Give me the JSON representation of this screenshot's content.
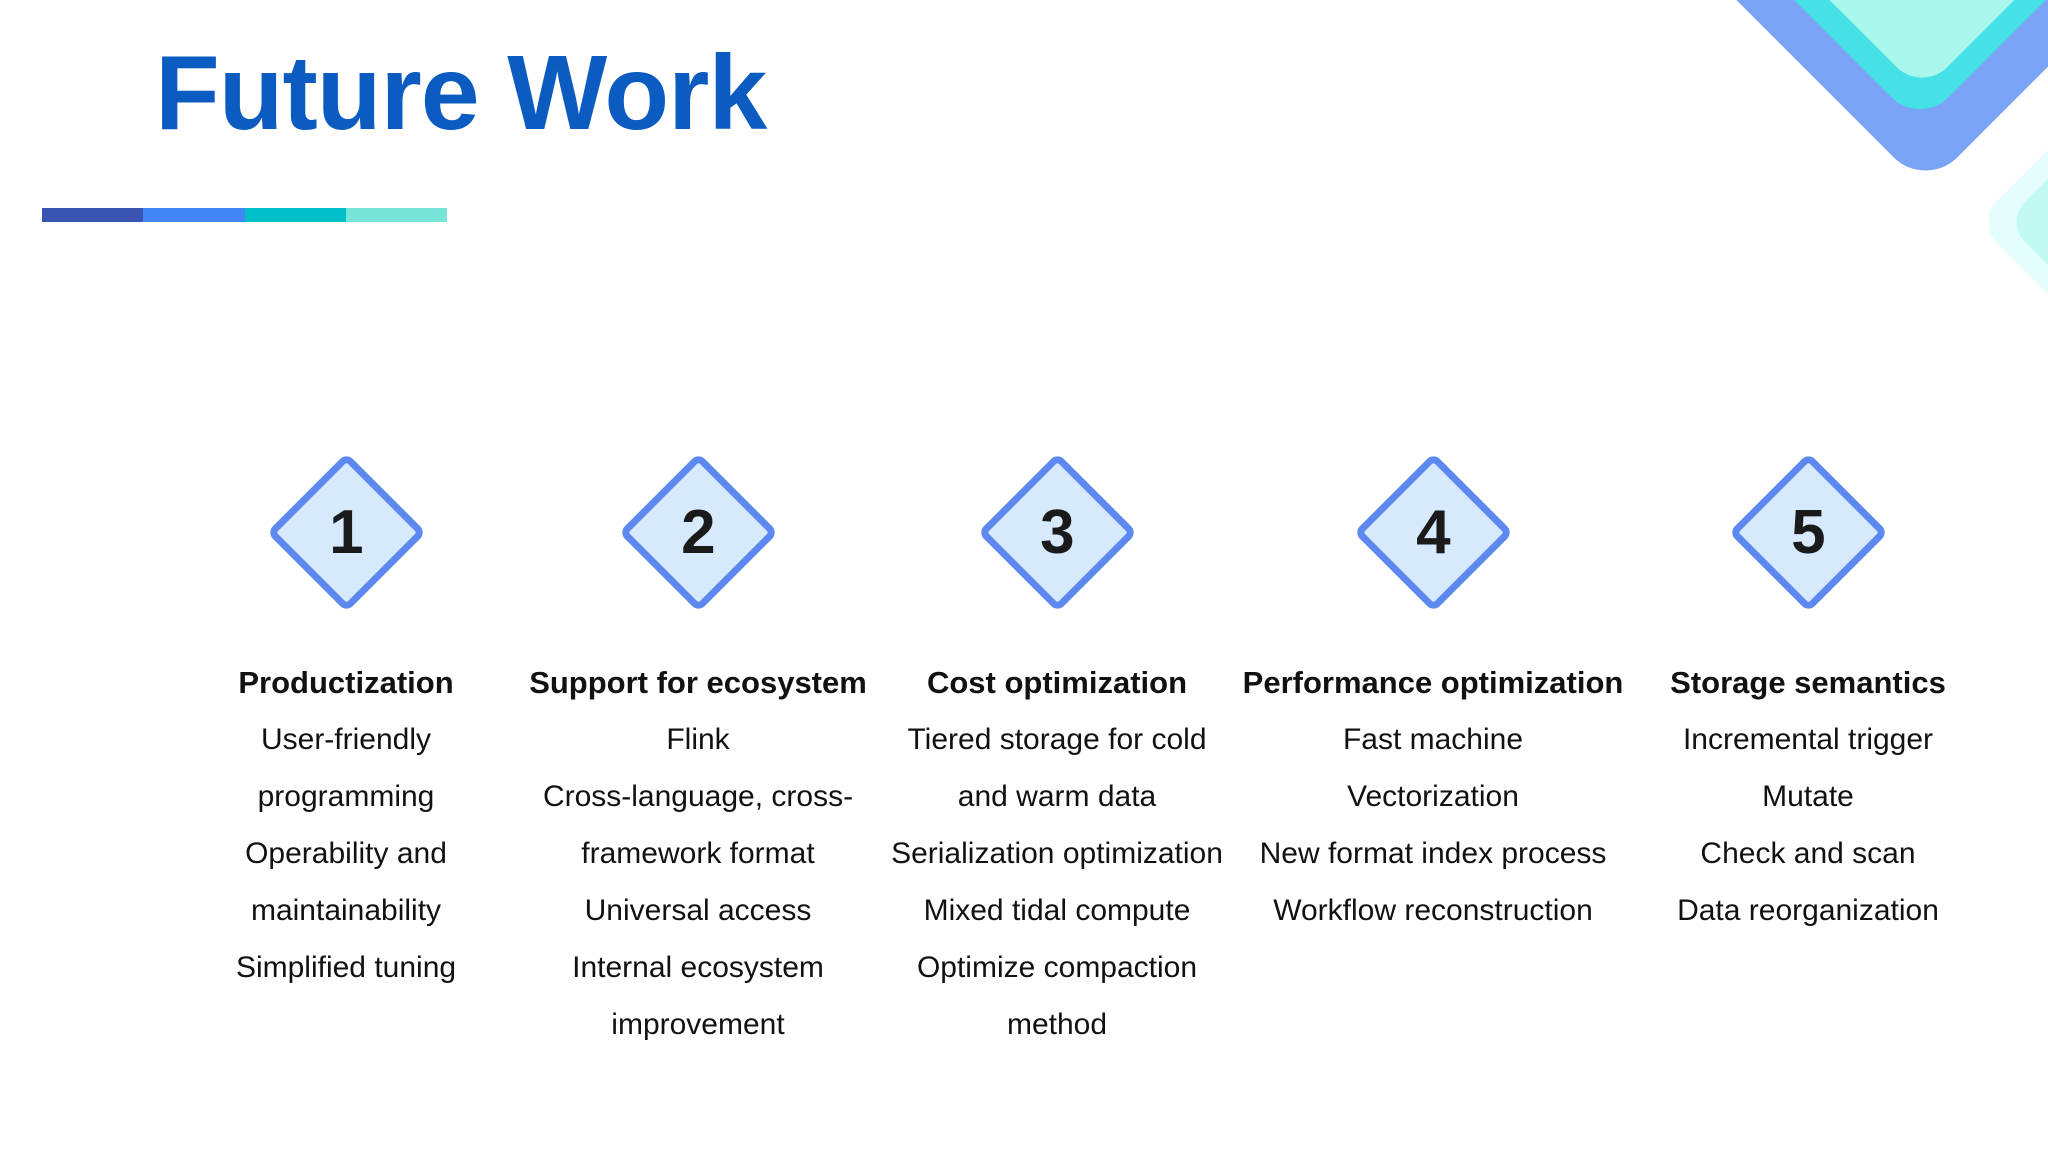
{
  "slide": {
    "title": "Future Work",
    "colors": {
      "title": "#0b5bc0",
      "text": "#111111",
      "accent_bar": [
        "#3a54b4",
        "#4285f6",
        "#00bfc9",
        "#77e4d8"
      ],
      "diamond_fill": "#d7e9fc",
      "diamond_border": "#5c88ef",
      "corner_blue": "#7aa5f7",
      "corner_cyan": "#45e1e6",
      "corner_mint": "#a9f6ec",
      "edge_outer": "#e3fefc",
      "edge_inner": "#c2f9f3"
    }
  },
  "columns": [
    {
      "number": "1",
      "heading": "Productization",
      "items": [
        [
          "User-friendly",
          "programming"
        ],
        [
          "Operability and",
          "maintainability"
        ],
        [
          "Simplified tuning"
        ]
      ]
    },
    {
      "number": "2",
      "heading": "Support for ecosystem",
      "items": [
        [
          "Flink"
        ],
        [
          "Cross-language, cross-",
          "framework format"
        ],
        [
          "Universal access"
        ],
        [
          "Internal ecosystem",
          "improvement"
        ]
      ]
    },
    {
      "number": "3",
      "heading": "Cost optimization",
      "items": [
        [
          "Tiered storage for cold",
          "and warm data"
        ],
        [
          "Serialization optimization"
        ],
        [
          "Mixed tidal compute"
        ],
        [
          "Optimize compaction",
          "method"
        ]
      ]
    },
    {
      "number": "4",
      "heading": "Performance optimization",
      "items": [
        [
          "Fast machine"
        ],
        [
          "Vectorization"
        ],
        [
          "New format index process"
        ],
        [
          "Workflow reconstruction"
        ]
      ]
    },
    {
      "number": "5",
      "heading": "Storage semantics",
      "items": [
        [
          "Incremental trigger"
        ],
        [
          "Mutate"
        ],
        [
          "Check and scan"
        ],
        [
          "Data reorganization"
        ]
      ]
    }
  ]
}
